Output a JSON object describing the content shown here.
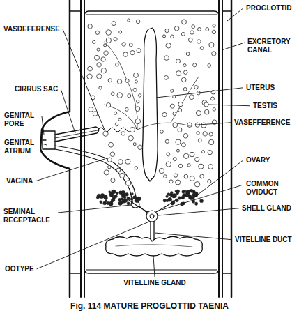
{
  "diagram": {
    "caption": "Fig. 114 MATURE PROGLOTTID TAENIA",
    "labels": [
      "VASDEFERENSE",
      "CIRRUS SAC",
      "GENITAL PORE",
      "GENITAL ATRIUM",
      "VAGINA",
      "SEMINAL RECEPTACLE",
      "OOTYPE",
      "VITELLINE GLAND",
      "PROGLOTTID",
      "EXCRETORY CANAL",
      "UTERUS",
      "TESTIS",
      "VASEFFERENCE",
      "OVARY",
      "COMMON OVIDUCT",
      "SHELL GLAND",
      "VITELLINE DUCT"
    ]
  }
}
